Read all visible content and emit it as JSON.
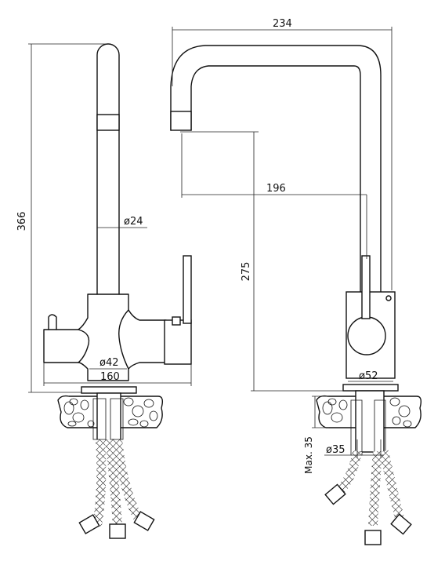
{
  "dimensions": {
    "total_width": "234",
    "spout_reach": "196",
    "total_height": "366",
    "spout_height": "275",
    "spout_diameter": "ø24",
    "body_diameter": "ø42",
    "base_width": "160",
    "base_diameter": "ø52",
    "mount_hole_diameter": "ø35",
    "max_countertop": "Max. 35"
  }
}
